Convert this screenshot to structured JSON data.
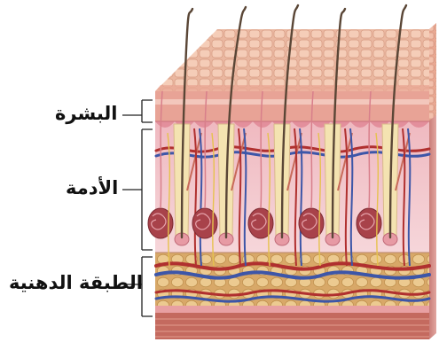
{
  "labels": {
    "epidermis": "البشرة",
    "dermis": "الأدمة",
    "hypodermis": "الطبقة الدهنية"
  },
  "colors": {
    "epidermis_surface": "#e8b39c",
    "epidermis_cells": "#f0c3ad",
    "dermis": "#f2c9cf",
    "dermis_papillae": "#e79aa4",
    "fat": "#dcb173",
    "fat_cells": "#e8c78f",
    "artery": "#b0302f",
    "vein": "#3d56a8",
    "hair": "#5a4636",
    "follicle": "#f4e3b1",
    "gland": "#a8424a",
    "muscle": "#c86a5a"
  }
}
